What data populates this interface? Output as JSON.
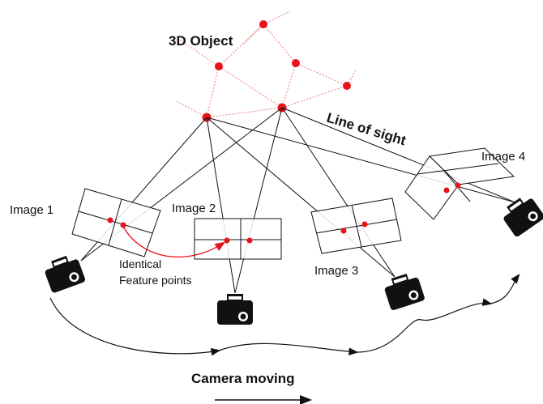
{
  "title": "3D Object",
  "line_of_sight_label": "Line of sight",
  "images": [
    {
      "label": "Image 1"
    },
    {
      "label": "Image 2"
    },
    {
      "label": "Image 3"
    },
    {
      "label": "Image 4"
    }
  ],
  "feature_label_line1": "Identical",
  "feature_label_line2": "Feature points",
  "camera_moving_label": "Camera moving",
  "colors": {
    "object_points": "#e8131b",
    "object_edges": "#f07a7a",
    "lines": "#111111",
    "camera": "#111111"
  },
  "icons": [
    "camera-icon",
    "arrow-right-icon"
  ]
}
